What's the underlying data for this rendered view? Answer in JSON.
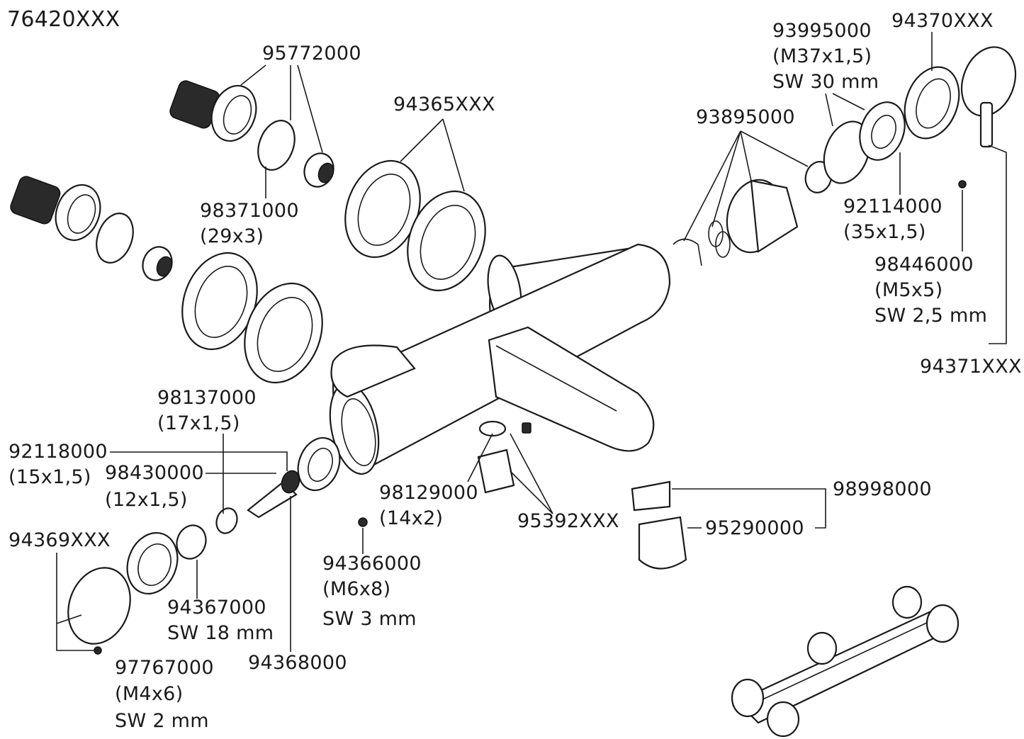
{
  "diagram": {
    "model_number": "76420XXX",
    "labels": [
      {
        "id": "l95772000",
        "text": "95772000"
      },
      {
        "id": "l94365",
        "text": "94365XXX"
      },
      {
        "id": "l98371000",
        "text": "98371000"
      },
      {
        "id": "l98371000s",
        "text": "(29x3)"
      },
      {
        "id": "l93995000",
        "text": "93995000"
      },
      {
        "id": "l93995000s",
        "text": "(M37x1,5)"
      },
      {
        "id": "l93995000sw",
        "text": "SW 30 mm"
      },
      {
        "id": "l94370",
        "text": "94370XXX"
      },
      {
        "id": "l93895000",
        "text": "93895000"
      },
      {
        "id": "l92114000",
        "text": "92114000"
      },
      {
        "id": "l92114000s",
        "text": "(35x1,5)"
      },
      {
        "id": "l98446000",
        "text": "98446000"
      },
      {
        "id": "l98446000s",
        "text": "(M5x5)"
      },
      {
        "id": "l98446000sw",
        "text": "SW 2,5 mm"
      },
      {
        "id": "l94371",
        "text": "94371XXX"
      },
      {
        "id": "l98137000",
        "text": "98137000"
      },
      {
        "id": "l98137000s",
        "text": "(17x1,5)"
      },
      {
        "id": "l92118000",
        "text": "92118000"
      },
      {
        "id": "l92118000s",
        "text": "(15x1,5)"
      },
      {
        "id": "l98430000",
        "text": "98430000"
      },
      {
        "id": "l98430000s",
        "text": "(12x1,5)"
      },
      {
        "id": "l98129000",
        "text": "98129000"
      },
      {
        "id": "l98129000s",
        "text": "(14x2)"
      },
      {
        "id": "l95392",
        "text": "95392XXX"
      },
      {
        "id": "l98998000",
        "text": "98998000"
      },
      {
        "id": "l95290000",
        "text": "95290000"
      },
      {
        "id": "l94369",
        "text": "94369XXX"
      },
      {
        "id": "l94367000",
        "text": "94367000"
      },
      {
        "id": "l94367000sw",
        "text": "SW 18 mm"
      },
      {
        "id": "l94366000",
        "text": "94366000"
      },
      {
        "id": "l94366000s",
        "text": "(M6x8)"
      },
      {
        "id": "l94366000sw",
        "text": "SW 3 mm"
      },
      {
        "id": "l97767000",
        "text": "97767000"
      },
      {
        "id": "l97767000s",
        "text": "(M4x6)"
      },
      {
        "id": "l97767000sw",
        "text": "SW 2 mm"
      },
      {
        "id": "l94368000",
        "text": "94368000"
      }
    ]
  }
}
